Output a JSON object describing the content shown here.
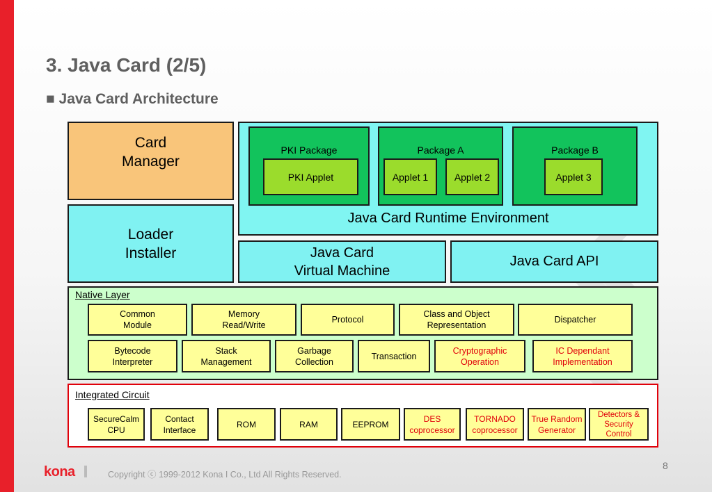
{
  "slide": {
    "title": "3. Java Card (2/5)",
    "subtitle": "■ Java Card Architecture",
    "page_number": "8",
    "footer": "Copyright ⓒ 1999-2012 Kona I Co., Ltd  All Rights Reserved.",
    "logo_text": "kona"
  },
  "architecture": {
    "card_manager": "Card\nManager",
    "loader_installer": "Loader\nInstaller",
    "runtime": "Java Card Runtime Environment",
    "vm": "Java Card\nVirtual Machine",
    "api": "Java Card API",
    "packages": [
      {
        "name": "PKI Package",
        "applets": [
          "PKI Applet"
        ]
      },
      {
        "name": "Package A",
        "applets": [
          "Applet 1",
          "Applet 2"
        ]
      },
      {
        "name": "Package B",
        "applets": [
          "Applet 3"
        ]
      }
    ]
  },
  "native_layer": {
    "label": "Native Layer",
    "row1": [
      "Common\nModule",
      "Memory\nRead/Write",
      "Protocol",
      "Class and Object\nRepresentation",
      "Dispatcher"
    ],
    "row2": [
      "Bytecode\nInterpreter",
      "Stack\nManagement",
      "Garbage\nCollection",
      "Transaction",
      "Cryptographic\nOperation",
      "IC Dependant\nImplementation"
    ]
  },
  "integrated_circuit": {
    "label": "Integrated Circuit",
    "items": [
      "SecureCalm\nCPU",
      "Contact\nInterface",
      "ROM",
      "RAM",
      "EEPROM",
      "DES\ncoprocessor",
      "TORNADO\ncoprocessor",
      "True Random\nGenerator",
      "Detectors &\nSecurity\nControl"
    ]
  },
  "colors": {
    "accent_red": "#e8202a",
    "highlight_text_red": "#e0000a",
    "package_green": "#12c35c",
    "applet_green": "#9bdc2c",
    "runtime_cyan": "#80f5f2",
    "card_manager_orange": "#f9c57a",
    "native_layer_bg": "#ccffcc",
    "module_yellow": "#ffff99"
  }
}
